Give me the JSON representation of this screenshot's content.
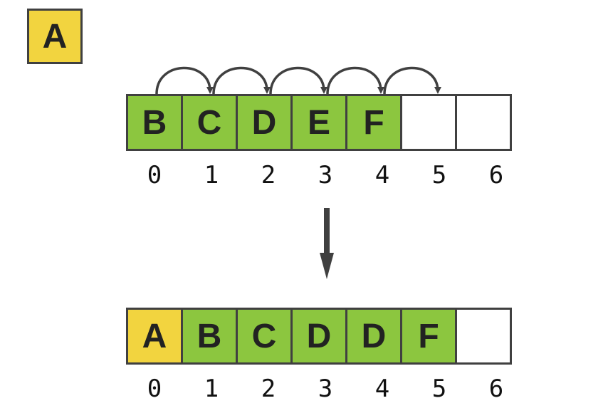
{
  "new_element": {
    "label": "A",
    "color": "#f2d43f"
  },
  "colors": {
    "filled": "#8cc63f",
    "empty": "#ffffff",
    "inserted": "#f2d43f",
    "stroke": "#404040"
  },
  "before": {
    "cells": [
      {
        "label": "B",
        "state": "filled"
      },
      {
        "label": "C",
        "state": "filled"
      },
      {
        "label": "D",
        "state": "filled"
      },
      {
        "label": "E",
        "state": "filled"
      },
      {
        "label": "F",
        "state": "filled"
      },
      {
        "label": "",
        "state": "empty"
      },
      {
        "label": "",
        "state": "empty"
      }
    ],
    "indices": [
      "0",
      "1",
      "2",
      "3",
      "4",
      "5",
      "6"
    ],
    "shift_arrows": 5
  },
  "after": {
    "cells": [
      {
        "label": "A",
        "state": "inserted"
      },
      {
        "label": "B",
        "state": "filled"
      },
      {
        "label": "C",
        "state": "filled"
      },
      {
        "label": "D",
        "state": "filled"
      },
      {
        "label": "D",
        "state": "filled"
      },
      {
        "label": "F",
        "state": "filled"
      },
      {
        "label": "",
        "state": "empty"
      }
    ],
    "indices": [
      "0",
      "1",
      "2",
      "3",
      "4",
      "5",
      "6"
    ]
  }
}
